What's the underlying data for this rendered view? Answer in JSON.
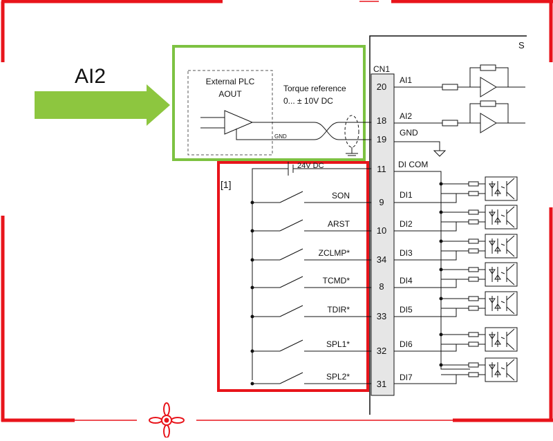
{
  "title_label": "AI2",
  "colors": {
    "frame": "#e8141b",
    "highlight_green": "#7dc242",
    "arrow_green": "#8dc63f",
    "line": "#111111"
  },
  "plc": {
    "line1": "External PLC",
    "line2": "AOUT",
    "gnd": "GND"
  },
  "torque": {
    "line1": "Torque reference",
    "line2": "0... ± 10V DC"
  },
  "connector": {
    "name": "CN1",
    "edge_letter": "S"
  },
  "pins": {
    "p20": {
      "num": "20",
      "signal": "AI1"
    },
    "p18": {
      "num": "18",
      "signal": "AI2"
    },
    "p19": {
      "num": "19",
      "signal": "GND"
    },
    "p11": {
      "num": "11",
      "signal": "DI COM"
    },
    "p9": {
      "num": "9",
      "signal": "DI1",
      "switch": "SON"
    },
    "p10": {
      "num": "10",
      "signal": "DI2",
      "switch": "ARST"
    },
    "p34": {
      "num": "34",
      "signal": "DI3",
      "switch": "ZCLMP*"
    },
    "p8": {
      "num": "8",
      "signal": "DI4",
      "switch": "TCMD*"
    },
    "p33": {
      "num": "33",
      "signal": "DI5",
      "switch": "TDIR*"
    },
    "p32": {
      "num": "32",
      "signal": "DI6",
      "switch": "SPL1*"
    },
    "p31": {
      "num": "31",
      "signal": "DI7",
      "switch": "SPL2*"
    }
  },
  "note_ref": "[1]",
  "partial_label": "24V DC"
}
